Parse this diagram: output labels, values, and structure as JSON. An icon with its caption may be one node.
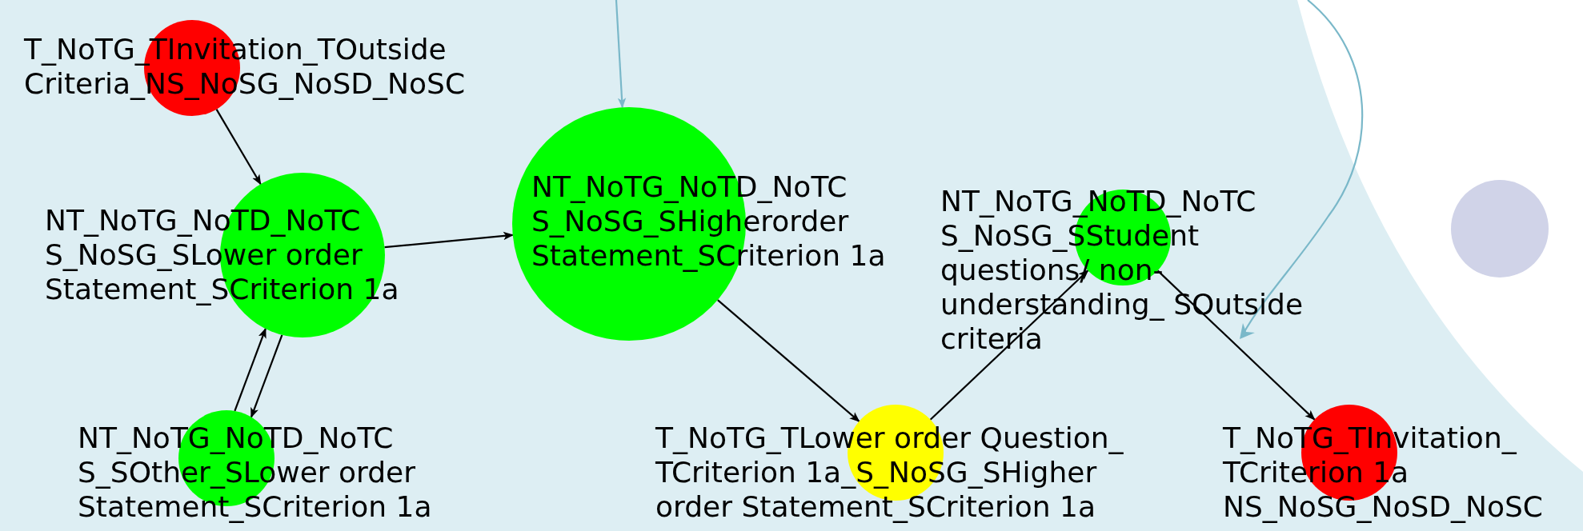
{
  "diagram": {
    "nodes": [
      {
        "text": [
          "T_NoTG_TInvitation_TOutside Criteria_NS_NoSG_NoSD_NoSC"
        ]
      },
      {
        "text": [
          "NT_NoTG_NoTD_NoTC S_NoSG_SLower order Statement_SCriterion 1a"
        ]
      },
      {
        "text": [
          "NT_NoTG_NoTD_NoTC S_NoSG_SHigherorder Statement_SCriterion 1a"
        ]
      },
      {
        "text": [
          "NT_NoTG_NoTD_NoTC S_SOther_SLower order Statement_SCriterion 1a"
        ]
      },
      {
        "text": [
          "T_NoTG_TLower order Question_ TCriterion 1a_S_NoSG_SHigher order Statement_SCriterion 1a"
        ]
      },
      {
        "text": [
          "NT_NoTG_NoTD_NoTC S_NoSG_SStudent questions/ non-understanding_ SOutside criteria"
        ]
      },
      {
        "text": [
          "T_NoTG_TInvitation_ TCriterion 1a NS_NoSG_NoSD_NoSC"
        ]
      },
      {
        "text": [],
        "shape": "circle"
      }
    ],
    "edges": [
      {
        "from": 0,
        "to": 1,
        "arrow": "to"
      },
      {
        "from": 1,
        "to": 2,
        "arrow": "to"
      },
      {
        "from": 1,
        "to": 3,
        "arrow": "to"
      },
      {
        "from": 3,
        "to": 1,
        "arrow": "to"
      },
      {
        "from": 2,
        "to": 4,
        "arrow": "to"
      },
      {
        "from": 4,
        "to": 5,
        "arrow": "to"
      },
      {
        "from": 5,
        "to": 6,
        "arrow": "to"
      },
      {
        "from": null,
        "to": 2,
        "arrow": "to",
        "color": "#7ab8c9"
      }
    ]
  }
}
